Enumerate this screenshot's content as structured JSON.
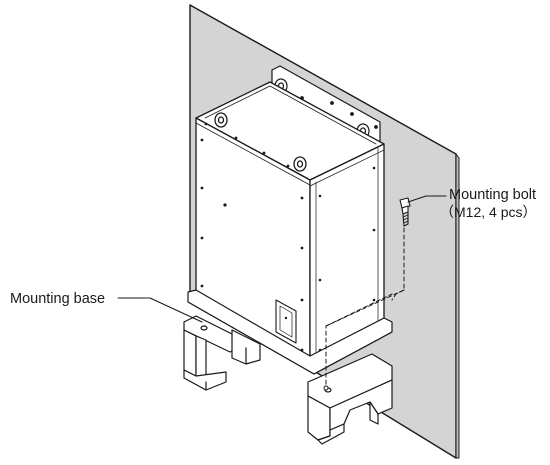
{
  "labels": {
    "mounting_bolt": "Mounting bolt",
    "bolt_spec": "（M12, 4 pcs）",
    "mounting_base": "Mounting base"
  },
  "colors": {
    "wall": "#d4d4d4",
    "stroke": "#1a1a1a",
    "panel": "#ffffff"
  }
}
